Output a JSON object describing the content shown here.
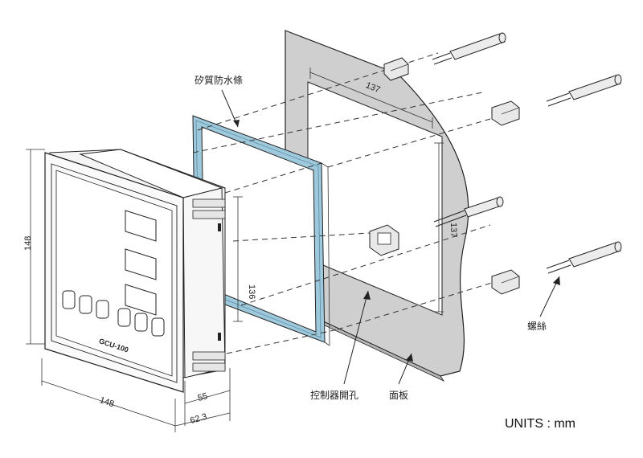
{
  "labels": {
    "gasket": "矽質防水條",
    "cutout": "控制器開孔",
    "panel": "面板",
    "screw": "螺絲",
    "units": "UNITS : mm",
    "model": "GCU-100"
  },
  "dimensions": {
    "front_height": "148",
    "front_width": "148",
    "depth_body": "55",
    "depth_total": "62.3",
    "cutout_width": "137",
    "cutout_height": "137",
    "gasket_height": "136"
  },
  "colors": {
    "gasket": "#9ec9dc",
    "panel": "#cfcfcf",
    "outline": "#222222"
  }
}
